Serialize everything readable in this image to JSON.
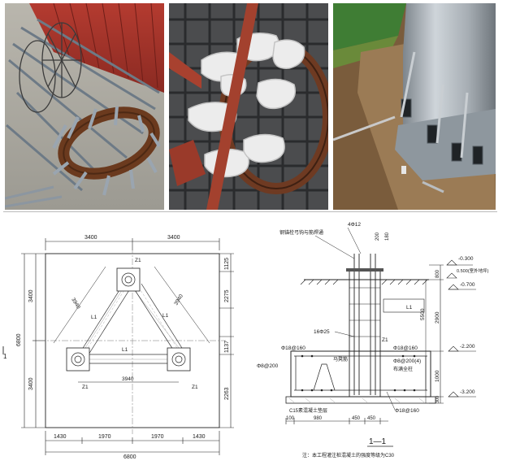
{
  "plan": {
    "top_dims": [
      "3400",
      "3400"
    ],
    "bottom_dims": [
      "1430",
      "1970",
      "1970",
      "1430"
    ],
    "bottom_total": "6800",
    "left_dims": [
      "3400",
      "3400"
    ],
    "left_total": "6800",
    "right_dims": [
      "1125",
      "2275",
      "1137",
      "2263"
    ],
    "beam_dims": [
      "3940",
      "3940",
      "3940"
    ],
    "beam_label": "L1",
    "column_label": "Z1",
    "cut_label": "1"
  },
  "section": {
    "anchor_note": "4Φ12",
    "anchor_note2": "钢锚栓弓钩与筋焊通",
    "bar_vertical": "16Φ25",
    "stirrup_left": "Φ18@160",
    "stirrup_right": "Φ18@160",
    "stirrup_bottom": "Φ18@160",
    "mesh_left": "Φ8@200",
    "mesh_right": "Φ8@200(4)",
    "mesh_note": "布满全柱",
    "stool_label": "马凳筋",
    "concrete_label": "C15素混凝土垫层",
    "column_label": "Z1",
    "beam_label": "L1",
    "elevations": [
      "-0.300",
      "0.500(室外地坪)",
      "-0.700",
      "-2.200",
      "-3.200"
    ],
    "right_dims": [
      "800",
      "2900",
      "1000",
      "300"
    ],
    "left_vertical_dim": "5500",
    "top_dims": [
      "200",
      "180"
    ],
    "bottom_dims": [
      "100",
      "980",
      "450",
      "450"
    ],
    "section_title": "1—1",
    "footnote": "注：本工程灌注桩混凝土的强度等级为C30"
  }
}
